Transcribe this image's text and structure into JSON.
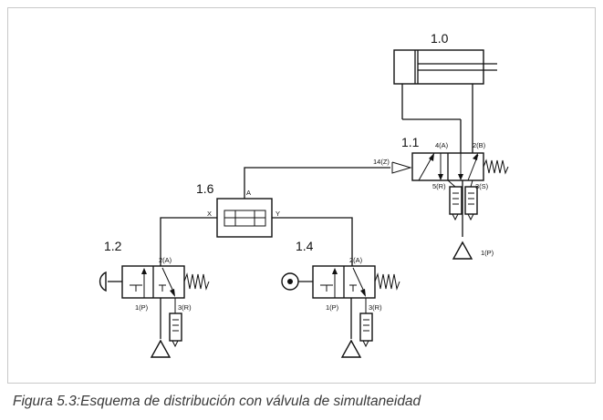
{
  "caption": "Figura 5.3:Esquema de distribución con válvula de simultaneidad",
  "components": {
    "cylinder": "1.0",
    "main_valve": "1.1",
    "and_valve": "1.6",
    "valve_left": "1.2",
    "valve_right": "1.4"
  },
  "ports": {
    "main_a": "4(A)",
    "main_b": "2(B)",
    "main_r": "5(R)",
    "main_s": "3(S)",
    "main_z": "14(Z)",
    "main_p": "1(P)",
    "and_a": "A",
    "and_x": "X",
    "and_y": "Y",
    "left_a": "2(A)",
    "left_p": "1(P)",
    "left_r": "3(R)",
    "right_a": "2(A)",
    "right_p": "1(P)",
    "right_r": "3(R)"
  }
}
